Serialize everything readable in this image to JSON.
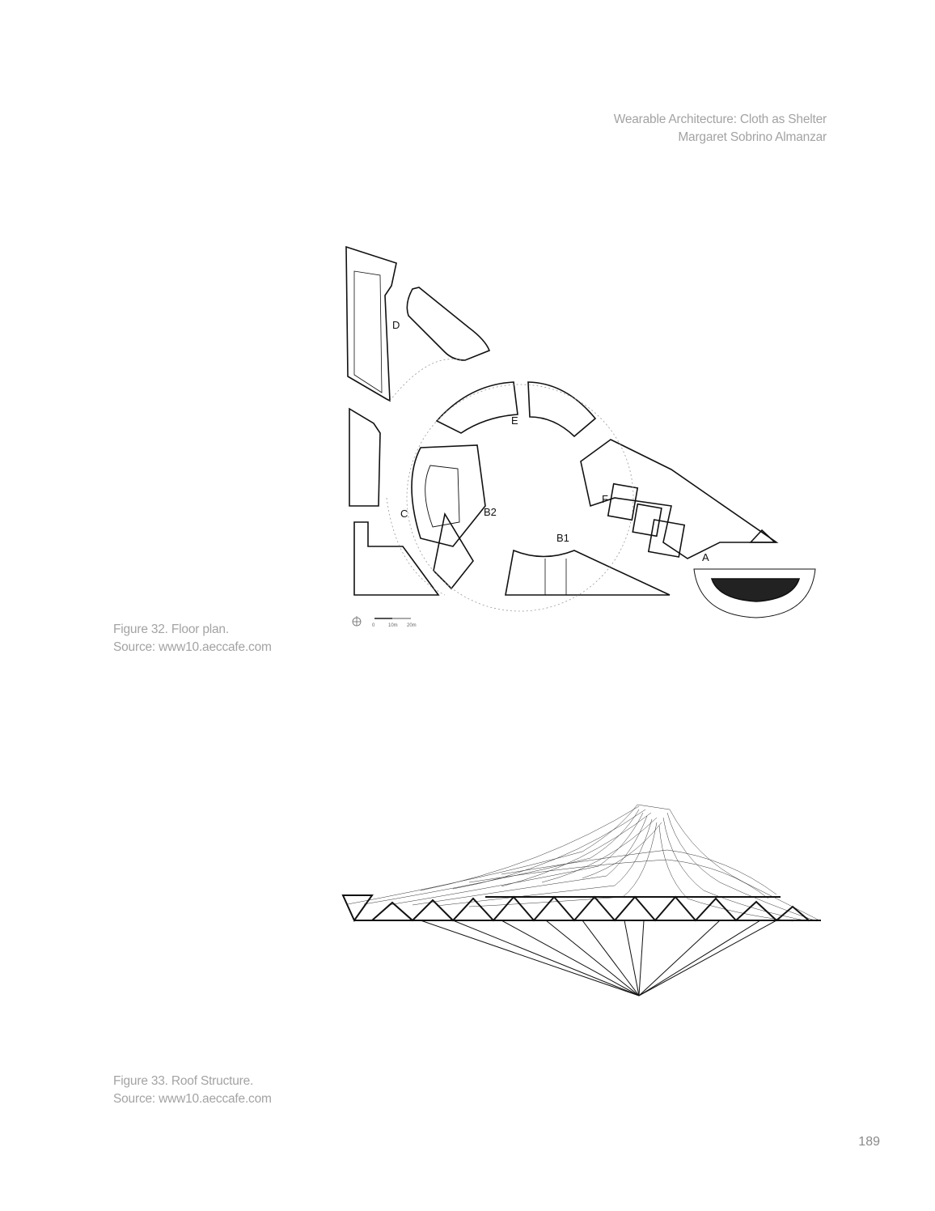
{
  "header": {
    "title": "Wearable Architecture: Cloth as Shelter",
    "author": "Margaret Sobrino Almanzar"
  },
  "figures": [
    {
      "number": "Figure 32.",
      "caption": "Figure 32. Floor plan.",
      "source": "Source: www10.aeccafe.com",
      "type": "floor-plan",
      "labels": [
        "D",
        "E",
        "C",
        "B2",
        "B1",
        "F",
        "A"
      ],
      "scale_bar": {
        "ticks": [
          "0",
          "10m",
          "20m"
        ],
        "north_icon": "north-arrow-icon"
      }
    },
    {
      "number": "Figure 33.",
      "caption": "Figure 33. Roof Structure.",
      "source": "Source: www10.aeccafe.com",
      "type": "structural-drawing"
    }
  ],
  "page_number": "189"
}
